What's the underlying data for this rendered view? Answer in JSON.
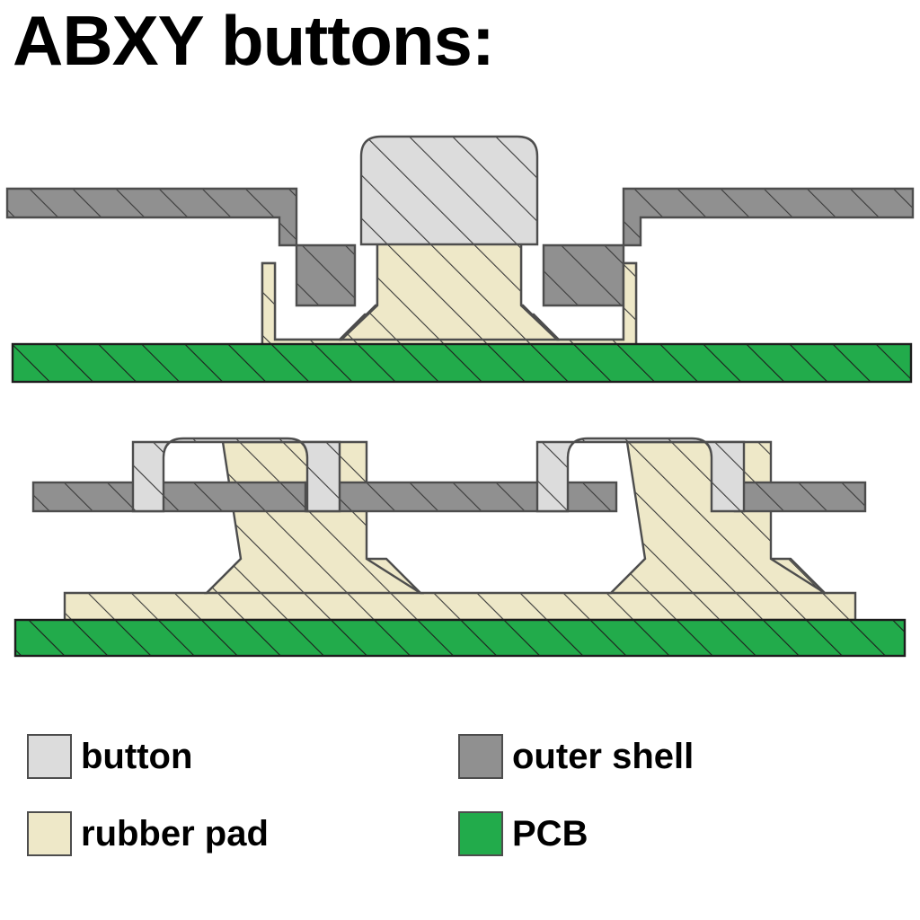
{
  "title": "ABXY buttons:",
  "colors": {
    "button": "#dcdcdc",
    "rubber_pad": "#eee8c8",
    "outer_shell": "#909090",
    "pcb": "#22ab4b",
    "outline": "#4d4d4d",
    "hatch": "#3a3a3a",
    "background": "#ffffff",
    "text": "#000000"
  },
  "legend": {
    "items": [
      {
        "label": "button",
        "swatch": "#dcdcdc",
        "material": "button"
      },
      {
        "label": "outer shell",
        "swatch": "#909090",
        "material": "outer-shell"
      },
      {
        "label": "rubber pad",
        "swatch": "#eee8c8",
        "material": "rubber-pad"
      },
      {
        "label": "PCB",
        "swatch": "#22ab4b",
        "material": "pcb"
      }
    ]
  },
  "diagrams": [
    {
      "name": "recessed-button-cross-section",
      "description": "Single ABXY button seated in a recessed pocket of the outer shell, resting on a rubber dome pad above the PCB.",
      "parts": [
        {
          "material": "outer-shell",
          "role": "left-shell-panel-with-recess"
        },
        {
          "material": "outer-shell",
          "role": "right-shell-panel-with-recess"
        },
        {
          "material": "button",
          "role": "button-cap-rounded-top"
        },
        {
          "material": "rubber-pad",
          "role": "rubber-dome-and-base-strip"
        },
        {
          "material": "pcb",
          "role": "pcb-board"
        }
      ]
    },
    {
      "name": "flanged-buttons-cross-section",
      "description": "Two ABXY buttons with wide retaining flanges captured beneath floating outer shell bars, each on its own rubber dome over a shared rubber base strip and PCB.",
      "parts": [
        {
          "material": "outer-shell",
          "role": "left-shell-bar"
        },
        {
          "material": "outer-shell",
          "role": "middle-shell-bar"
        },
        {
          "material": "outer-shell",
          "role": "right-shell-bar"
        },
        {
          "material": "button",
          "role": "left-button-cap-with-flange"
        },
        {
          "material": "button",
          "role": "right-button-cap-with-flange"
        },
        {
          "material": "rubber-pad",
          "role": "left-rubber-dome"
        },
        {
          "material": "rubber-pad",
          "role": "right-rubber-dome"
        },
        {
          "material": "rubber-pad",
          "role": "rubber-base-strip"
        },
        {
          "material": "pcb",
          "role": "pcb-board"
        }
      ]
    }
  ]
}
